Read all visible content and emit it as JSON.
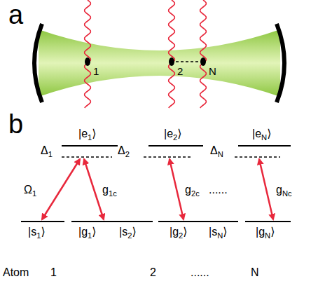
{
  "diagram": {
    "labels": [
      "a",
      "1",
      "2",
      "N",
      "b",
      "|e1⟩",
      "Δ1",
      "Ω1",
      "g1c",
      "|s1⟩",
      "|g1⟩",
      "|e2⟩",
      "Δ2",
      "g2c",
      "|s2⟩",
      "|g2⟩",
      "......",
      "|eN⟩",
      "ΔN",
      "gNc",
      "|sN⟩",
      "|gN⟩",
      "Atom",
      "1",
      "2",
      "......",
      "N"
    ]
  }
}
